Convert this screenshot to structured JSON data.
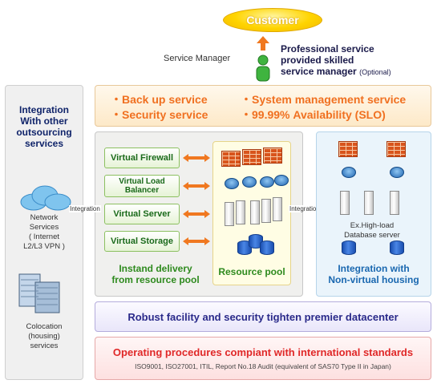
{
  "top": {
    "customer": "Customer",
    "service_manager": "Service Manager",
    "professional": [
      "Professional service",
      "provided skilled",
      "service manager"
    ],
    "optional": "(Optional)"
  },
  "left": {
    "title": [
      "Integration",
      "With other",
      "outsourcing",
      "services"
    ],
    "network": [
      "Network",
      "Services",
      "( Internet",
      "L2/L3 VPN )"
    ],
    "colocation": [
      "Colocation",
      "(housing)",
      "services"
    ]
  },
  "services": {
    "left": [
      "Back up service",
      "Security service"
    ],
    "right": [
      "System management service",
      "99.99% Availability (SLO)"
    ]
  },
  "virtual": {
    "items": [
      "Virtual Firewall",
      "Virtual Load Balancer",
      "Virtual Server",
      "Virtual Storage"
    ],
    "delivery": [
      "Instand delivery",
      "from resource pool"
    ],
    "pool_label": "Resource pool"
  },
  "integration_label": "Integration",
  "nonvirtual": {
    "db_label": [
      "Ex.High-load",
      "Database server"
    ],
    "title": [
      "Integration with",
      "Non-virtual housing"
    ]
  },
  "facility": "Robust facility and security tighten premier datacenter",
  "operating": {
    "title": "Operating procedures compiant with international standards",
    "sub": "ISO9001, ISO27001, ITIL, Report No.18 Audit (equivalent of SAS70 Type II in Japan)"
  },
  "colors": {
    "orange": "#f07020",
    "green": "#2e8a1e",
    "blue": "#1a68b0",
    "navy": "#10246a",
    "purple": "#2a2a8a",
    "red": "#e02828"
  },
  "icons": [
    "up-arrow-icon",
    "person-icon",
    "cloud-icon",
    "building-icon",
    "firewall-icon",
    "router-icon",
    "server-icon",
    "database-icon",
    "double-arrow-icon"
  ]
}
